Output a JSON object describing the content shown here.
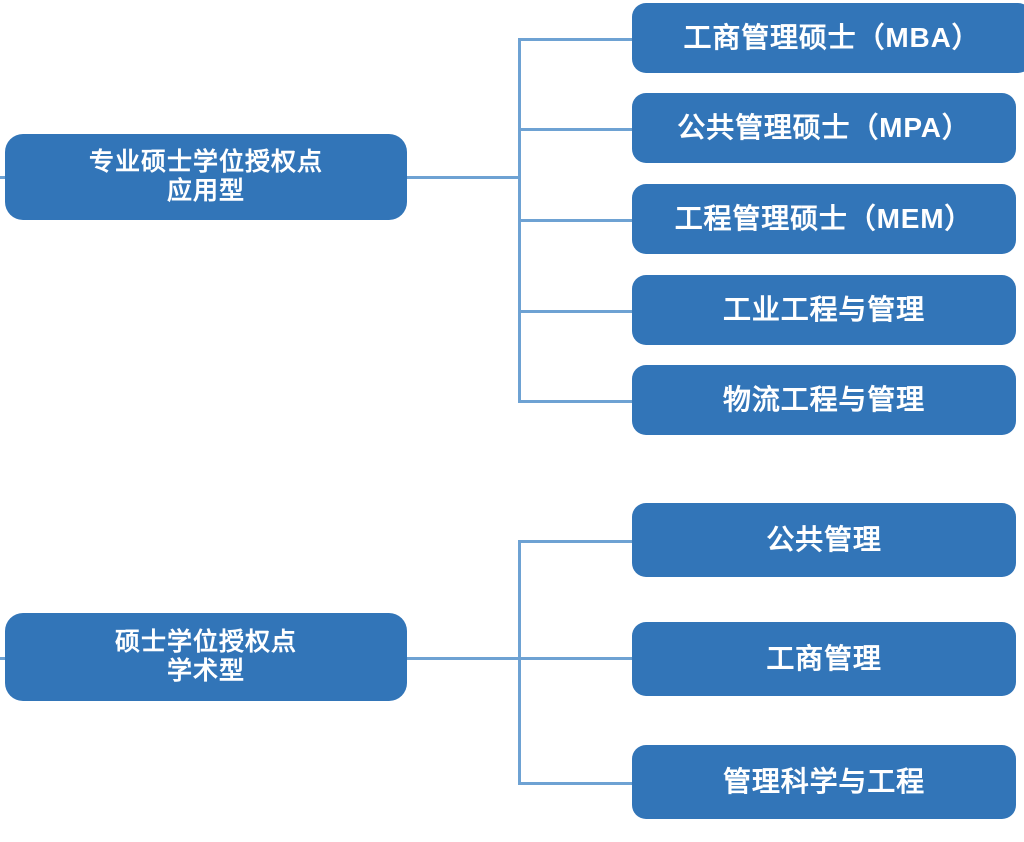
{
  "diagram": {
    "type": "organization-tree",
    "orientation": "left-to-right",
    "theme": {
      "node_fill": "#3275b8",
      "node_text": "#ffffff",
      "connector": "#6ea2d3",
      "background": "#ffffff"
    },
    "groups": [
      {
        "id": "professional-master",
        "root": {
          "line1": "专业硕士学位授权点",
          "line2": "应用型",
          "text": "专业硕士学位授权点\n应用型"
        },
        "children": [
          {
            "text": "工商管理硕士（MBA）"
          },
          {
            "text": "公共管理硕士（MPA）"
          },
          {
            "text": "工程管理硕士（MEM）"
          },
          {
            "text": "工业工程与管理"
          },
          {
            "text": "物流工程与管理"
          }
        ]
      },
      {
        "id": "academic-master",
        "root": {
          "line1": "硕士学位授权点",
          "line2": "学术型",
          "text": "硕士学位授权点\n学术型"
        },
        "children": [
          {
            "text": "公共管理"
          },
          {
            "text": "工商管理"
          },
          {
            "text": "管理科学与工程"
          }
        ]
      }
    ]
  }
}
